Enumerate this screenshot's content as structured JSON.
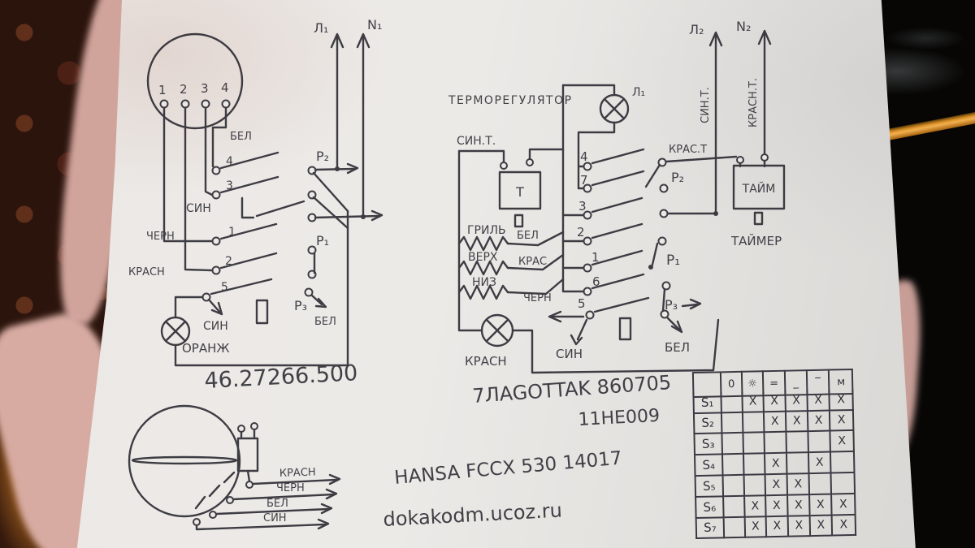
{
  "photo": {
    "ink_color": "#2f2e36",
    "paper_color": "#eae8e4",
    "carpet_color": "#2b140c",
    "towel_color": "#d0a39b",
    "cable_color": "#d88f25"
  },
  "left_diagram": {
    "pins": [
      "1",
      "2",
      "3",
      "4"
    ],
    "phase": "Л₁",
    "neutral": "N₁",
    "wire_white": "БЕЛ",
    "wire_blue": "СИН",
    "wire_black": "ЧЕРН",
    "wire_red": "КРАСН",
    "contact_4": "4",
    "contact_3": "3",
    "contact_1": "1",
    "contact_2": "2",
    "contact_5": "5",
    "relay_p2": "P₂",
    "relay_p1": "P₁",
    "relay_p3": "P₃",
    "arrow_blue": "СИН",
    "arrow_white": "БЕЛ",
    "lamp": "ОРАНЖ",
    "part_number": "46.27266.500"
  },
  "right_diagram": {
    "title": "ТЕРМОРЕГУЛЯТОР",
    "lamp_top": "Л₁",
    "thermostat_wire": "СИН.Т.",
    "thermostat_box": "Т",
    "contacts": [
      "4",
      "7",
      "3",
      "2",
      "1",
      "6",
      "5"
    ],
    "wire_red_t": "КРАС.Т",
    "relay_p2": "P₂",
    "relay_p1": "P₁",
    "relay_p3": "P₃",
    "heater_grill": "ГРИЛЬ",
    "heater_top": "ВЕРХ",
    "heater_bottom": "НИЗ",
    "wire_white": "БЕЛ",
    "wire_red": "КРАС",
    "wire_black": "ЧЕРН",
    "lamp_bottom": "КРАСН",
    "arrow_blue": "СИН",
    "arrow_white": "БЕЛ",
    "phase": "Л₂",
    "neutral": "N₂",
    "riser_blue": "СИН.Т.",
    "riser_red": "КРАСН.Т.",
    "timer_box": "ТАЙМ",
    "timer_caption": "ТАЙМЕР",
    "part_number": "7ЛAGOTTAK 860705",
    "part_number_2": "11HE009"
  },
  "motor_diagram": {
    "wire_red": "КРАСН",
    "wire_black": "ЧЕРН",
    "wire_white": "БЕЛ",
    "wire_blue": "СИН"
  },
  "footer": {
    "model": "HANSA FCCX 530 14017",
    "website": "dokakodm.ucoz.ru"
  },
  "switch_table": {
    "headers": [
      "",
      "0",
      "☼",
      "=",
      "_",
      "‾",
      "ᴍ"
    ],
    "rows": [
      {
        "label": "S₁",
        "marks": [
          "",
          "X",
          "X",
          "X",
          "X",
          "X"
        ]
      },
      {
        "label": "S₂",
        "marks": [
          "",
          "",
          "X",
          "X",
          "X",
          "X"
        ]
      },
      {
        "label": "S₃",
        "marks": [
          "",
          "",
          "",
          "",
          "",
          "X"
        ]
      },
      {
        "label": "S₄",
        "marks": [
          "",
          "",
          "X",
          "",
          "X",
          ""
        ]
      },
      {
        "label": "S₅",
        "marks": [
          "",
          "",
          "X",
          "X",
          "",
          ""
        ]
      },
      {
        "label": "S₆",
        "marks": [
          "",
          "X",
          "X",
          "X",
          "X",
          "X"
        ]
      },
      {
        "label": "S₇",
        "marks": [
          "",
          "X",
          "X",
          "X",
          "X",
          "X"
        ]
      }
    ]
  }
}
